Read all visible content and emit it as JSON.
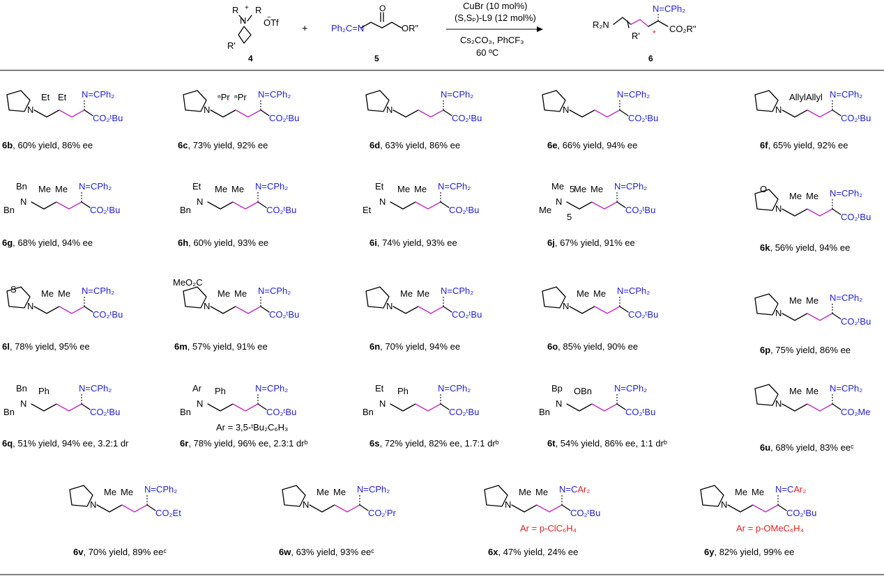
{
  "colors": {
    "text": "#000000",
    "blue": "#1f1fd6",
    "red": "#e02020",
    "pink": "#c020c0",
    "rule": "#000000"
  },
  "header": {
    "reagent4": {
      "numeral": "4",
      "ring_n": "N",
      "plus": "+",
      "r_left": "R",
      "r_right": "R",
      "anion": "OTf",
      "r_prime": "R'"
    },
    "plus_sign": "+",
    "reagent5": {
      "numeral": "5",
      "imine": "Ph₂C=N",
      "ester": "OR\"",
      "carbonyl_o": "O"
    },
    "conditions": {
      "line1": "CuBr (10 mol%)",
      "line2": "(S,Sₚ)-L9 (12 mol%)",
      "line3": "Cs₂CO₃, PhCF₃",
      "line4": "60 ºC"
    },
    "product6": {
      "numeral": "6",
      "amine": "R₂N",
      "r_prime": "R'",
      "imine": "N=CPh₂",
      "ester": "CO₂R\"",
      "star": "*"
    }
  },
  "compounds": [
    {
      "id": "6b",
      "caption": "6b, 60% yield, 86% ee",
      "amine": "pyrrolidine",
      "sub1": "Et",
      "sub2": "Et",
      "imine": "N=CPh₂",
      "ester": "CO₂ᵗBu"
    },
    {
      "id": "6c",
      "caption": "6c, 73% yield, 92% ee",
      "amine": "pyrrolidine",
      "sub1": "ⁿPr",
      "sub2": "ⁿPr",
      "imine": "N=CPh₂",
      "ester": "CO₂ᵗBu"
    },
    {
      "id": "6d",
      "caption": "6d, 63% yield, 86% ee",
      "amine": "pyrrolidine",
      "imine": "N=CPh₂",
      "ester": "CO₂ᵗBu"
    },
    {
      "id": "6e",
      "caption": "6e, 66% yield, 94% ee",
      "amine": "pyrrolidine",
      "imine": "N=CPh₂",
      "ester": "CO₂ᵗBu"
    },
    {
      "id": "6f",
      "caption": "6f, 65% yield, 92% ee",
      "amine": "pyrrolidine",
      "sub1": "Allyl",
      "sub2": "Allyl",
      "imine": "N=CPh₂",
      "ester": "CO₂ᵗBu"
    },
    {
      "id": "6g",
      "caption": "6g, 68% yield, 94% ee",
      "n_sub1": "Bn",
      "n_sub2": "Bn",
      "sub1": "Me",
      "sub2": "Me",
      "imine": "N=CPh₂",
      "ester": "CO₂ᵗBu"
    },
    {
      "id": "6h",
      "caption": "6h, 60% yield, 93% ee",
      "n_sub1": "Et",
      "n_sub2": "Bn",
      "sub1": "Me",
      "sub2": "Me",
      "imine": "N=CPh₂",
      "ester": "CO₂ᵗBu"
    },
    {
      "id": "6i",
      "caption": "6i, 74% yield, 93% ee",
      "n_sub1": "Et",
      "n_sub2": "Et",
      "sub1": "Me",
      "sub2": "Me",
      "imine": "N=CPh₂",
      "ester": "CO₂ᵗBu"
    },
    {
      "id": "6j",
      "caption": "6j, 67% yield, 91% ee",
      "n_sub1": "Me",
      "n_sub2": "Me",
      "chain": "5",
      "sub1": "Me",
      "sub2": "Me",
      "imine": "N=CPh₂",
      "ester": "CO₂ᵗBu"
    },
    {
      "id": "6k",
      "caption": "6k, 56% yield, 94% ee",
      "amine": "morpholine",
      "ring_o": "O",
      "sub1": "Me",
      "sub2": "Me",
      "imine": "N=CPh₂",
      "ester": "CO₂ᵗBu"
    },
    {
      "id": "6l",
      "caption": "6l, 78% yield, 95% ee",
      "ring_s": "S",
      "sub1": "Me",
      "sub2": "Me",
      "imine": "N=CPh₂",
      "ester": "CO₂ᵗBu"
    },
    {
      "id": "6m",
      "caption": "6m, 57% yield, 91% ee",
      "ring_sub": "MeO₂C",
      "sub1": "Me",
      "sub2": "Me",
      "imine": "N=CPh₂",
      "ester": "CO₂ᵗBu"
    },
    {
      "id": "6n",
      "caption": "6n, 70% yield, 94% ee",
      "sub1": "Me",
      "sub2": "Me",
      "imine": "N=CPh₂",
      "ester": "CO₂ᵗBu"
    },
    {
      "id": "6o",
      "caption": "6o, 85% yield, 90% ee",
      "sub1": "Me",
      "sub2": "Me",
      "imine": "N=CPh₂",
      "ester": "CO₂ᵗBu"
    },
    {
      "id": "6p",
      "caption": "6p, 75% yield, 86% ee",
      "sub1": "Me",
      "sub2": "Me",
      "imine": "N=CPh₂",
      "ester": "CO₂ᵗBu"
    },
    {
      "id": "6q",
      "caption": "6q, 51% yield, 94% ee, 3.2:1 dr",
      "n_sub1": "Bn",
      "n_sub2": "Bn",
      "sub1": "Ph",
      "imine": "N=CPh₂",
      "ester": "CO₂ᵗBu"
    },
    {
      "id": "6r",
      "caption": "6r, 78% yield, 96% ee, 2.3:1 drᵇ",
      "n_sub1": "Ar",
      "n_sub2": "Bn",
      "sub1": "Ph",
      "note": "Ar = 3,5-ᵗBu₂C₆H₃",
      "imine": "N=CPh₂",
      "ester": "CO₂ᵗBu"
    },
    {
      "id": "6s",
      "caption": "6s, 72% yield, 82% ee, 1.7:1 drᵇ",
      "n_sub1": "Et",
      "n_sub2": "Bn",
      "sub1": "Ph",
      "imine": "N=CPh₂",
      "ester": "CO₂ᵗBu"
    },
    {
      "id": "6t",
      "caption": "6t, 54% yield, 86% ee, 1:1 drᵇ",
      "n_sub1": "Bp",
      "n_sub2": "Bn",
      "sub1": "OBn",
      "imine": "N=CPh₂",
      "ester": "CO₂ᵗBu"
    },
    {
      "id": "6u",
      "caption": "6u, 68% yield, 83% eeᶜ",
      "amine": "pyrrolidine",
      "sub1": "Me",
      "sub2": "Me",
      "imine": "N=CPh₂",
      "ester": "CO₂Me"
    },
    {
      "id": "6v",
      "caption": "6v, 70% yield, 89% eeᶜ",
      "amine": "pyrrolidine",
      "sub1": "Me",
      "sub2": "Me",
      "imine": "N=CPh₂",
      "ester": "CO₂Et"
    },
    {
      "id": "6w",
      "caption": "6w, 63% yield, 93% eeᶜ",
      "amine": "pyrrolidine",
      "sub1": "Me",
      "sub2": "Me",
      "imine": "N=CPh₂",
      "ester": "CO₂ⁱPr"
    },
    {
      "id": "6x",
      "caption": "6x, 47% yield, 24% ee",
      "amine": "pyrrolidine",
      "sub1": "Me",
      "sub2": "Me",
      "imine": "N=CAr₂",
      "ester": "CO₂ᵗBu",
      "note": "Ar = p-ClC₆H₄"
    },
    {
      "id": "6y",
      "caption": "6y, 82% yield, 99% ee",
      "amine": "pyrrolidine",
      "sub1": "Me",
      "sub2": "Me",
      "imine": "N=CAr₂",
      "ester": "CO₂ᵗBu",
      "note": "Ar = p-OMeC₆H₄"
    }
  ]
}
